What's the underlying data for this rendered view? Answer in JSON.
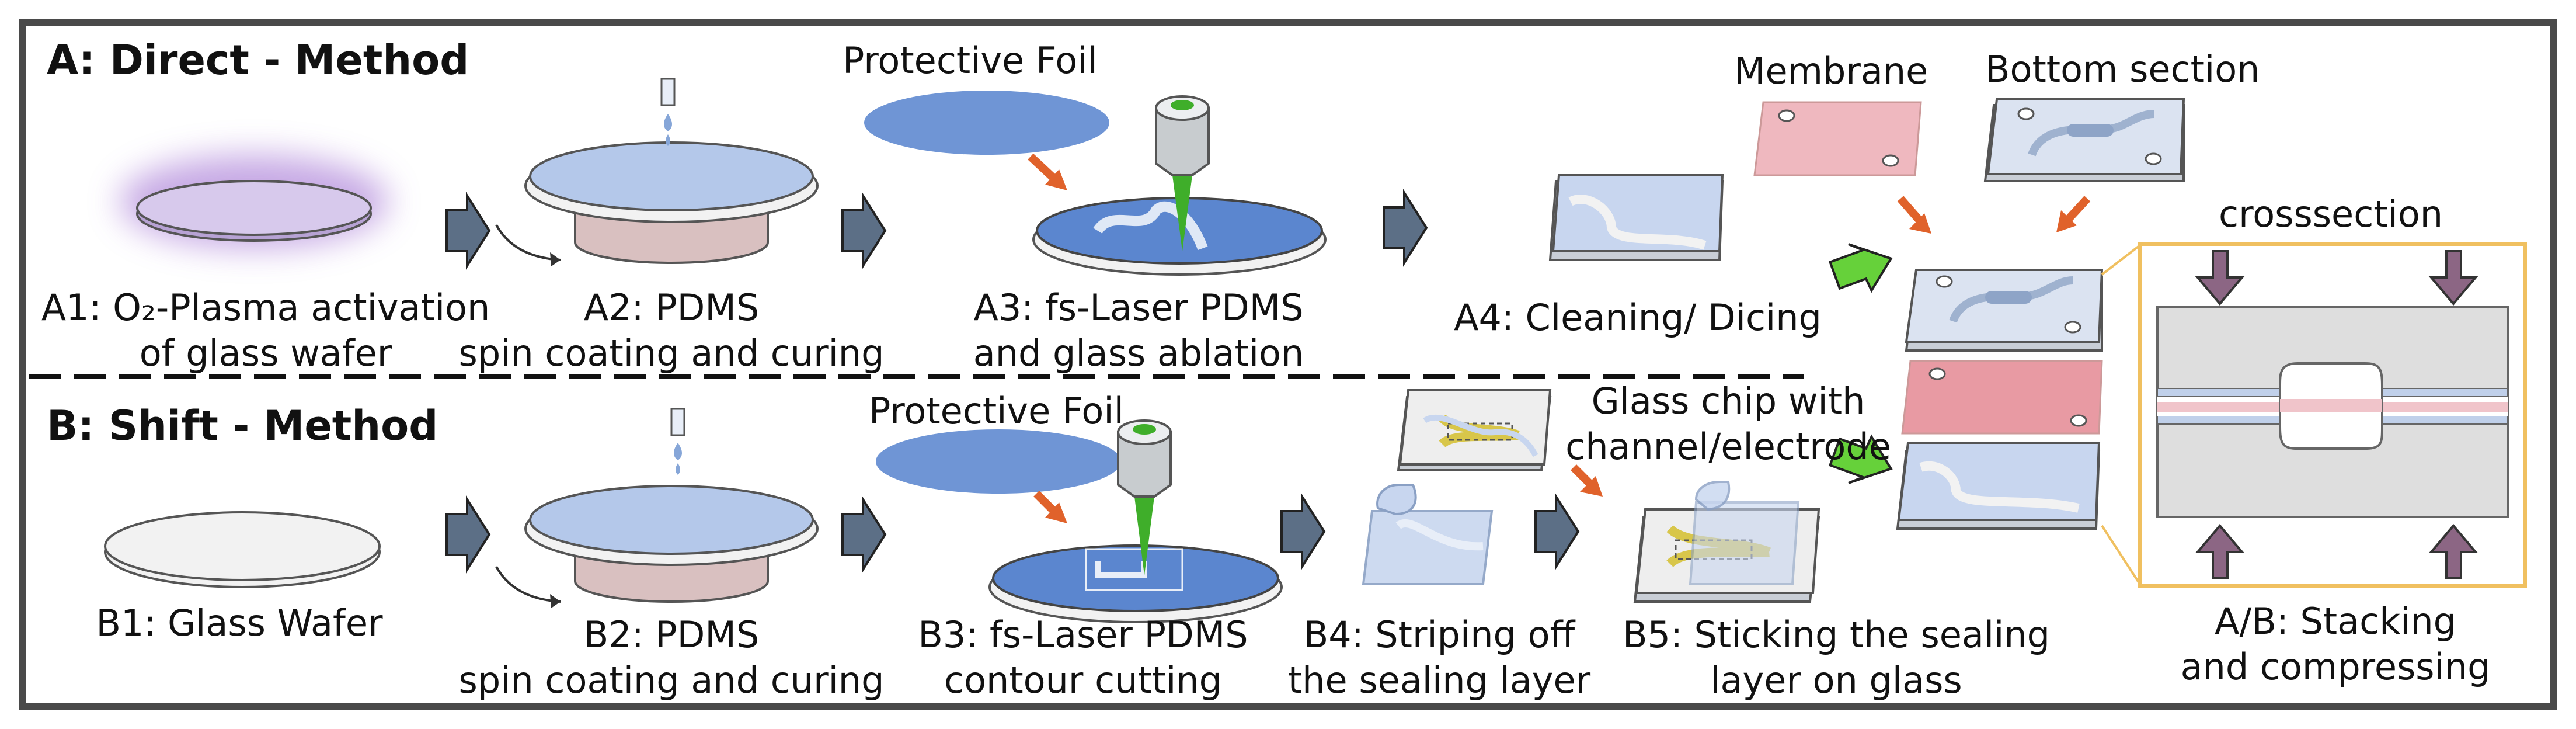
{
  "section_a": {
    "title": "A: Direct - Method",
    "steps": [
      {
        "line1": "A1: O₂-Plasma activation",
        "line2": "of glass wafer"
      },
      {
        "line1": "A2: PDMS",
        "line2": "spin coating and curing"
      },
      {
        "line1": "A3: fs-Laser PDMS",
        "line2": "and glass ablation"
      },
      {
        "line1": "A4: Cleaning/ Dicing",
        "line2": ""
      }
    ],
    "protective_foil": "Protective Foil"
  },
  "section_b": {
    "title": "B: Shift - Method",
    "steps": [
      {
        "line1": "B1: Glass Wafer",
        "line2": ""
      },
      {
        "line1": "B2: PDMS",
        "line2": "spin coating and curing"
      },
      {
        "line1": "B3: fs-Laser PDMS",
        "line2": "contour cutting"
      },
      {
        "line1": "B4: Striping off",
        "line2": "the sealing layer"
      },
      {
        "line1": "B5: Sticking the sealing",
        "line2": "layer on glass"
      }
    ],
    "protective_foil": "Protective Foil",
    "glass_chip": {
      "line1": "Glass chip with",
      "line2": "channel/electrode"
    }
  },
  "stack": {
    "membrane": "Membrane",
    "bottom_section": "Bottom section",
    "crosssection": "crosssection",
    "final": {
      "line1": "A/B: Stacking",
      "line2": "and compressing"
    }
  },
  "colors": {
    "pdms_blue": "#b4c8ea",
    "ablated_blue": "#5b86cf",
    "arrow_gray": "#5c6f86",
    "orange_arrow": "#e0622b",
    "green_arrow": "#66d13a",
    "membrane_pink": "#efb8bf",
    "plasma_purple": "#b48ddc",
    "laser_green": "#3fae2a",
    "frame_gold": "#f0c060",
    "compress_arrow": "#8c6684"
  }
}
